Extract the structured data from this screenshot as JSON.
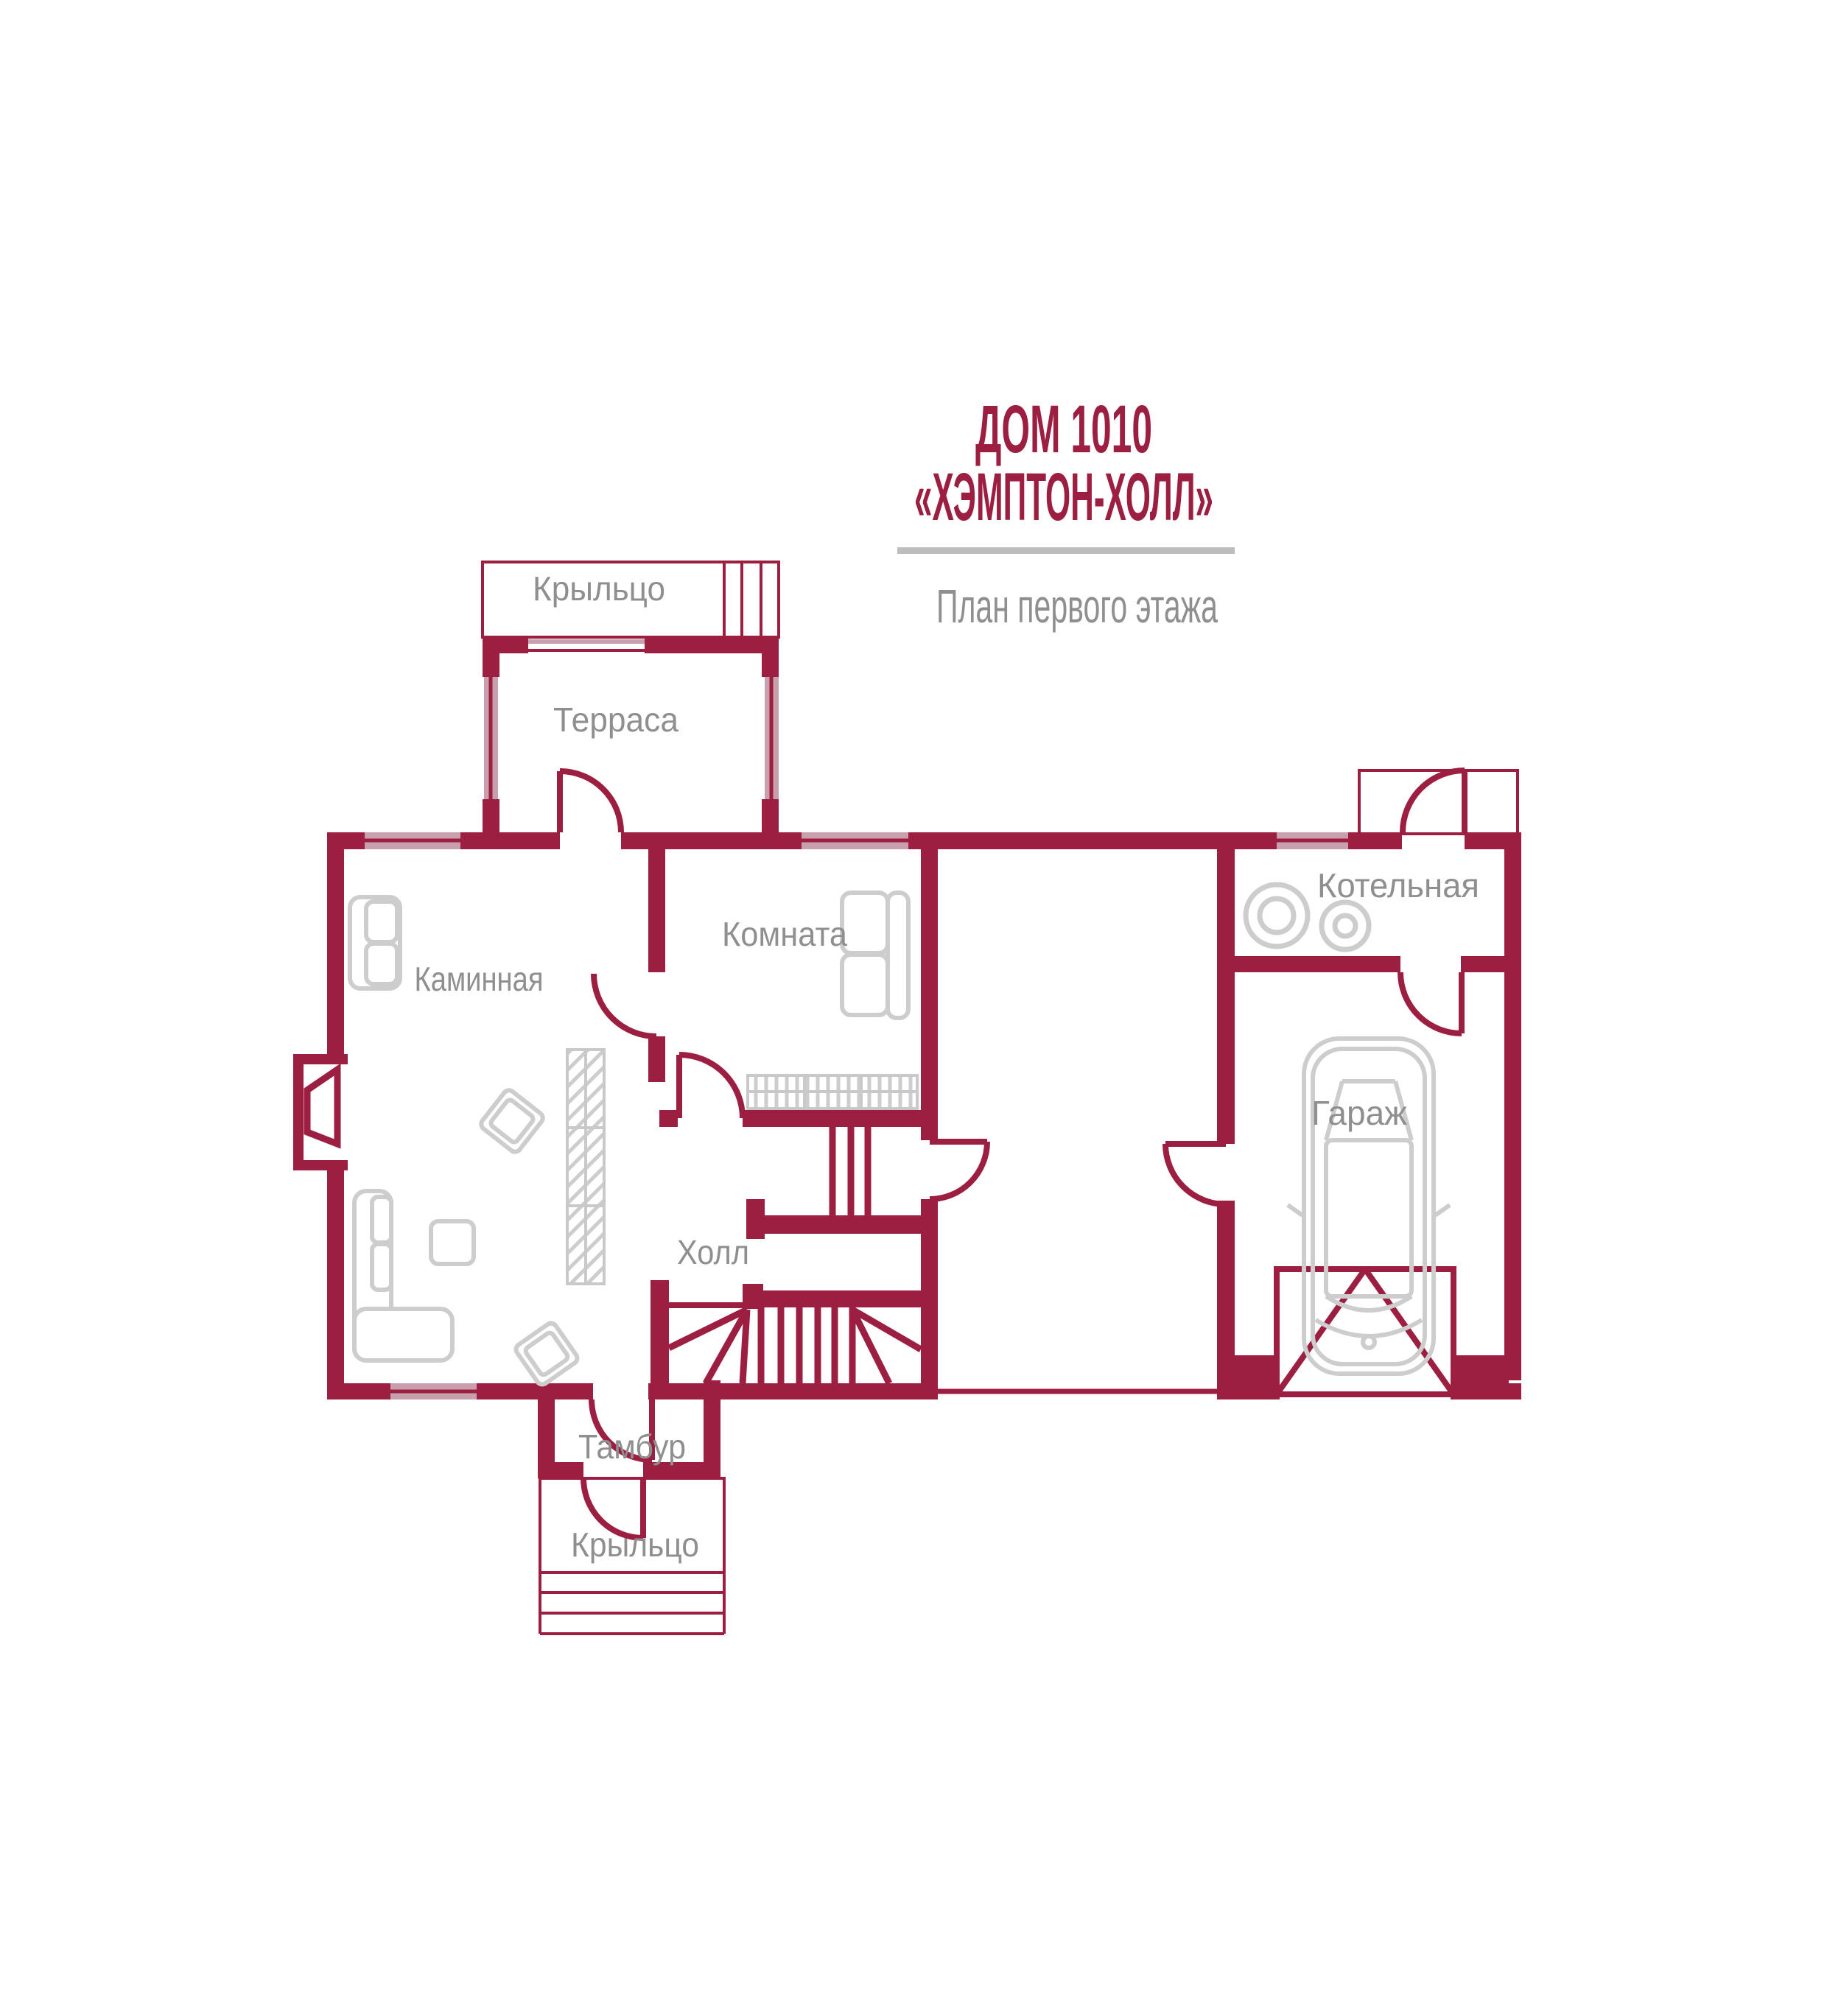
{
  "header": {
    "title_line1": "ДОМ 1010",
    "title_line2": "«ХЭМПТОН-ХОЛЛ»",
    "subtitle": "План первого этажа"
  },
  "rooms": {
    "porch_top": "Крыльцо",
    "terrace": "Терраса",
    "fireplace_room": "Каминная",
    "room": "Комната",
    "boiler_room": "Котельная",
    "garage": "Гараж",
    "hall": "Холл",
    "vestibule": "Тамбур",
    "porch_bottom": "Крыльцо"
  },
  "colors": {
    "wall": "#9c1e41",
    "window": "#c79fad",
    "furniture": "#cdcdcd",
    "label": "#8f8f8f",
    "divider": "#bdbdbd",
    "title": "#9c1e41"
  }
}
